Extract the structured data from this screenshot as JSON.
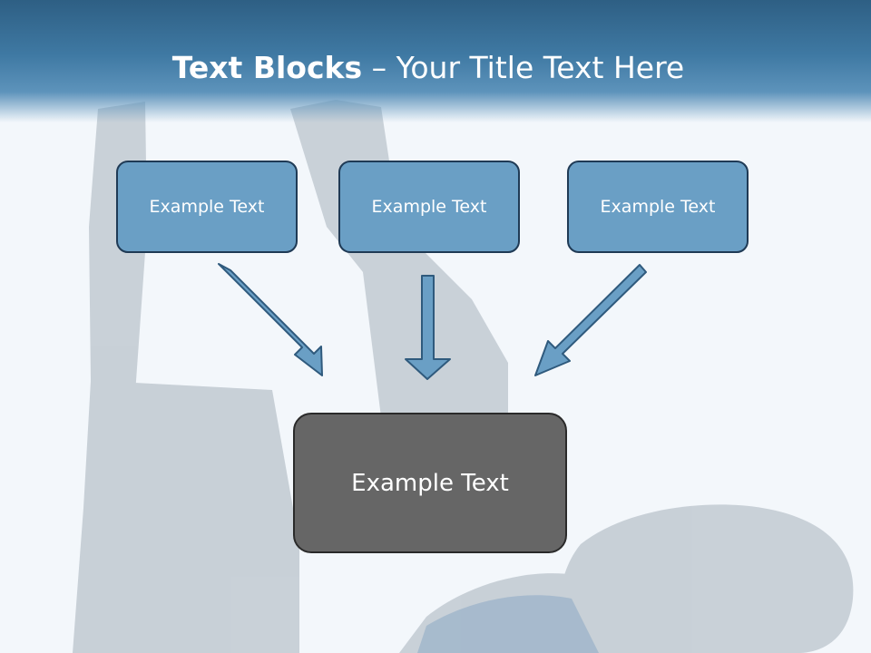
{
  "title": {
    "bold": "Text Blocks",
    "rest": " – Your Title Text Here"
  },
  "blocks": [
    {
      "label": "Example Text"
    },
    {
      "label": "Example Text"
    },
    {
      "label": "Example Text"
    }
  ],
  "target": {
    "label": "Example Text"
  },
  "colors": {
    "header": "#3f79a3",
    "block_fill": "#6a9fc5",
    "block_border": "#1f3a55",
    "arrow_fill": "#6a9fc5",
    "target_fill": "#666666",
    "target_border": "#2a2a2a"
  }
}
